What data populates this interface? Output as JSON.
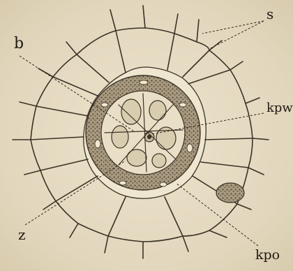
{
  "labels": {
    "s": "s",
    "b": "b",
    "kpw": "kpw",
    "z": "z",
    "kpo": "kpo"
  },
  "colors": {
    "paper": "#e6dcc4",
    "ink": "#3b3226",
    "bundle_fill": "#8a7c64"
  }
}
